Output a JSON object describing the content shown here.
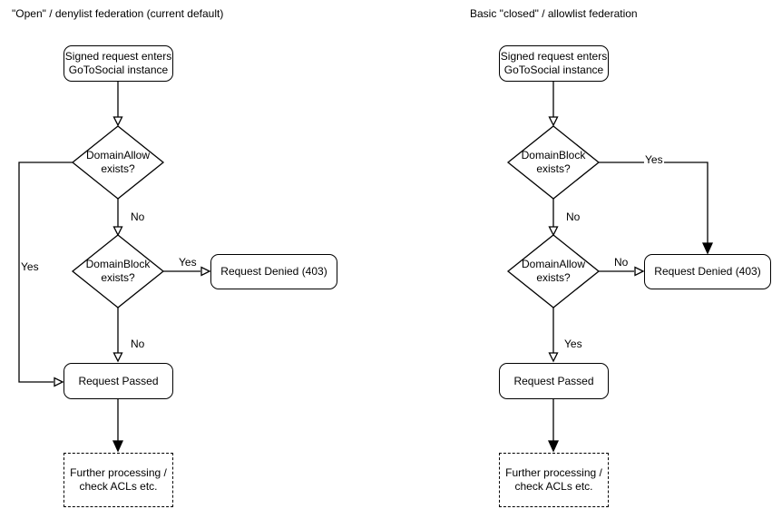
{
  "colors": {
    "line": "#000000",
    "shape_fill": "#ffffff",
    "text": "#000000",
    "background": "#ffffff"
  },
  "diagram": {
    "left": {
      "title": "\"Open\" / denylist federation (current default)",
      "nodes": {
        "start": {
          "lines": [
            "Signed request enters",
            "GoToSocial instance"
          ]
        },
        "decision1": {
          "lines": [
            "DomainAllow",
            "exists?"
          ]
        },
        "decision2": {
          "lines": [
            "DomainBlock",
            "exists?"
          ]
        },
        "denied": {
          "label": "Request Denied (403)"
        },
        "passed": {
          "label": "Request Passed"
        },
        "further": {
          "lines": [
            "Further processing /",
            "check ACLs etc."
          ]
        }
      },
      "edge_labels": {
        "decision1_yes": "Yes",
        "decision1_no": "No",
        "decision2_yes": "Yes",
        "decision2_no": "No"
      }
    },
    "right": {
      "title": "Basic \"closed\" / allowlist federation",
      "nodes": {
        "start": {
          "lines": [
            "Signed request enters",
            "GoToSocial instance"
          ]
        },
        "decision1": {
          "lines": [
            "DomainBlock",
            "exists?"
          ]
        },
        "decision2": {
          "lines": [
            "DomainAllow",
            "exists?"
          ]
        },
        "denied": {
          "label": "Request Denied (403)"
        },
        "passed": {
          "label": "Request Passed"
        },
        "further": {
          "lines": [
            "Further processing /",
            "check ACLs etc."
          ]
        }
      },
      "edge_labels": {
        "decision1_yes": "Yes",
        "decision1_no": "No",
        "decision2_no": "No",
        "decision2_yes": "Yes"
      }
    }
  }
}
